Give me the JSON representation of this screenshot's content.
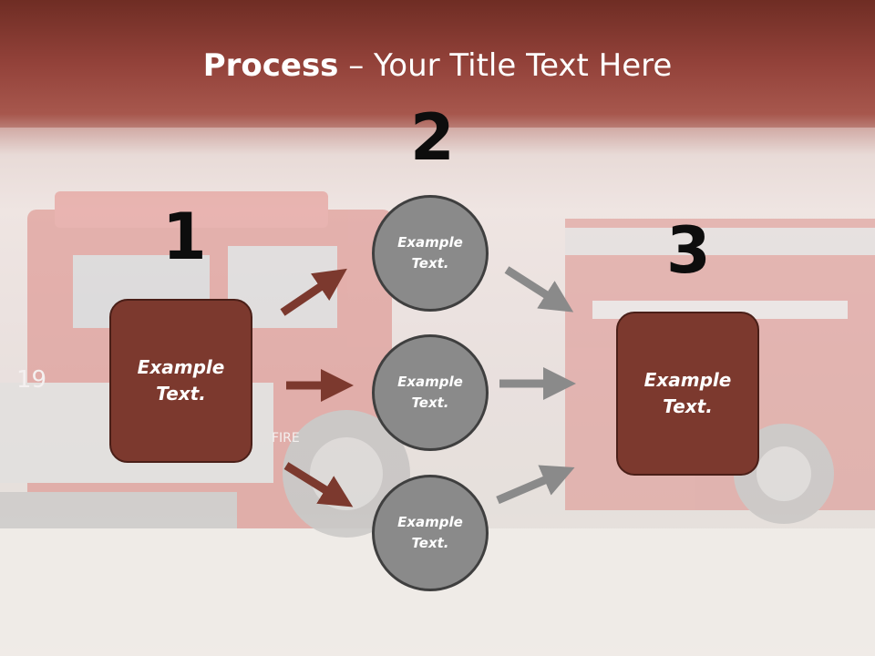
{
  "title": {
    "bold": "Process",
    "rest": " – Your Title Text Here"
  },
  "steps": {
    "n1": "1",
    "n2": "2",
    "n3": "3",
    "box1": [
      "Example",
      "Text."
    ],
    "box3": [
      "Example",
      "Text."
    ],
    "circle_top": [
      "Example",
      "Text."
    ],
    "circle_mid": [
      "Example",
      "Text."
    ],
    "circle_bot": [
      "Example",
      "Text."
    ]
  },
  "colors": {
    "box_fill": "#7c392e",
    "arrow_red": "#7c392e",
    "arrow_gray": "#8a8a8a",
    "circle_fill": "#8a8a8a"
  },
  "background": "fire-truck-photo"
}
